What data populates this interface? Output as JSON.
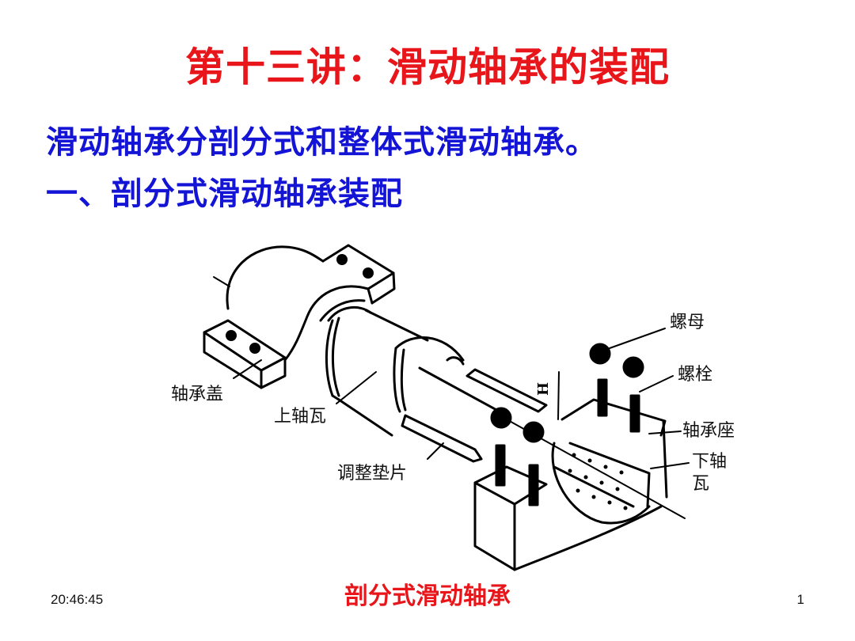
{
  "slide": {
    "title": "第十三讲：滑动轴承的装配",
    "body": [
      "滑动轴承分剖分式和整体式滑动轴承。",
      "一、剖分式滑动轴承装配"
    ],
    "figure": {
      "labels": {
        "bearing_cap": "轴承盖",
        "upper_bushing": "上轴瓦",
        "shim": "调整垫片",
        "nut": "螺母",
        "bolt": "螺栓",
        "bearing_seat": "轴承座",
        "lower_bushing_line1": "下轴",
        "lower_bushing_line2": "瓦",
        "dimension_mark": "H"
      },
      "caption": "剖分式滑动轴承"
    },
    "footer": {
      "time": "20:46:45",
      "page_number": "1"
    },
    "colors": {
      "title": "#e8161b",
      "body": "#1414d6",
      "caption": "#e8161b"
    }
  }
}
